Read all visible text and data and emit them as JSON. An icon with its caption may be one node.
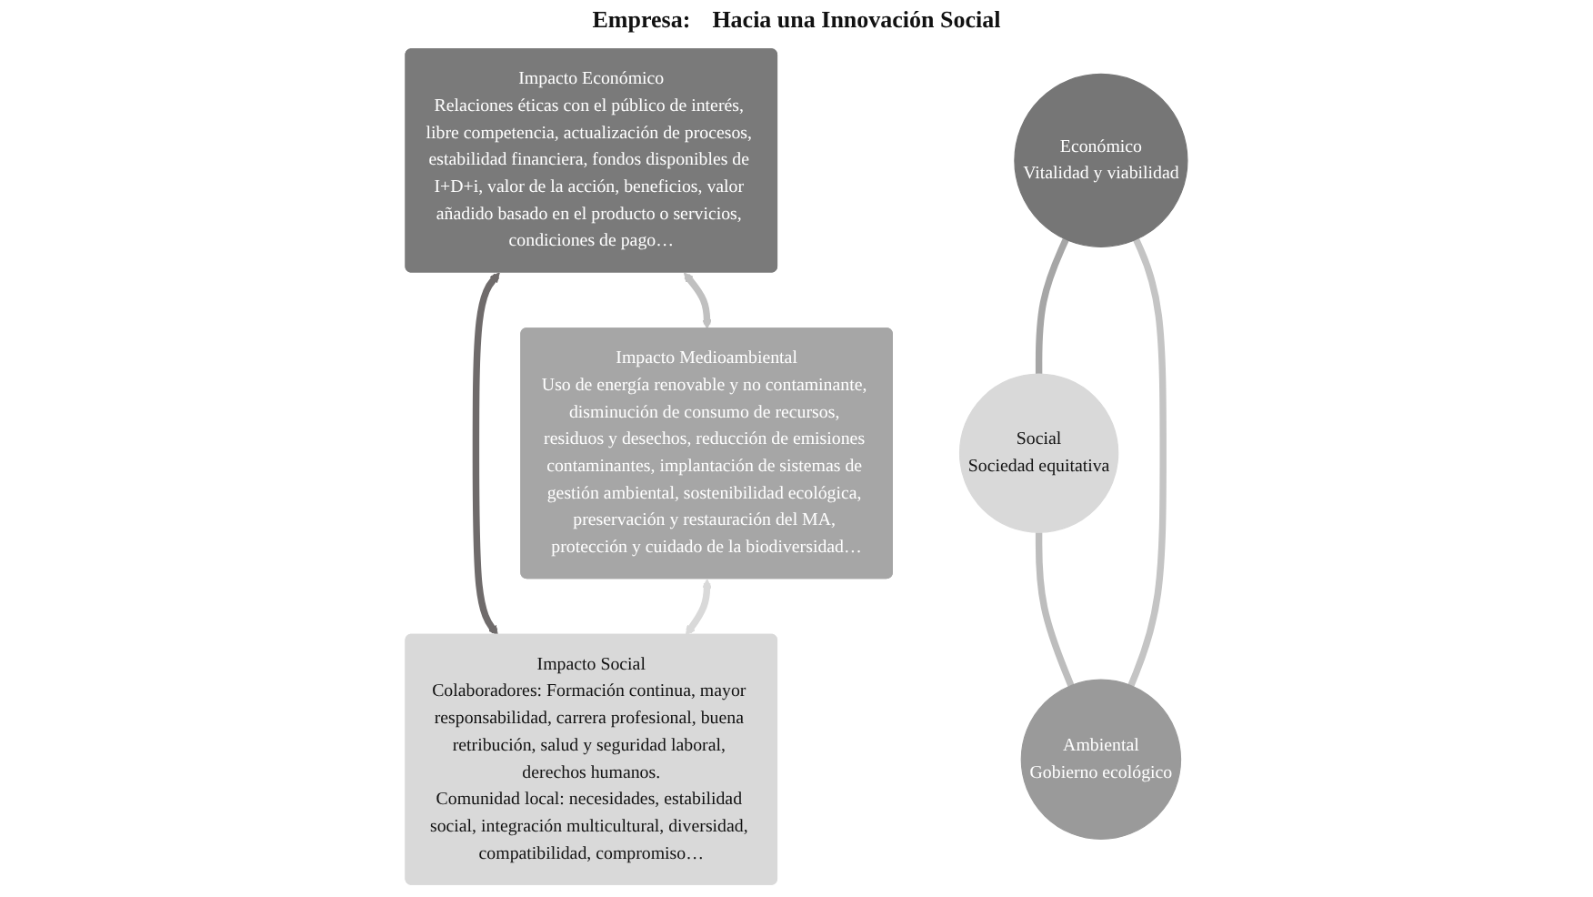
{
  "diagram": {
    "nodes": [
      {
        "text": [
          "Impacto Económico",
          "Relaciones éticas con el público de interés, libre competencia, actualización de procesos, estabilidad financiera, fondos disponibles de I+D+i, valor de la acción, beneficios, valor añadido basado en el producto o servicios, condiciones de pago…"
        ]
      },
      {
        "text": [
          "Económico",
          "Vitalidad y viabilidad"
        ]
      },
      {
        "text": [
          "Ambiental",
          "Gobierno ecológico"
        ]
      },
      {
        "text": [
          "Social",
          "Sociedad equitativa"
        ]
      },
      {
        "text": [
          "Impacto Medioambiental",
          "Uso de energía renovable y no contaminante, disminución de consumo de recursos, residuos y desechos, reducción de emisiones contaminantes, implantación de sistemas de gestión ambiental, sostenibilidad ecológica, preservación y restauración del MA, protección y cuidado de la biodiversidad…"
        ]
      },
      {
        "text": [
          "Impacto Social",
          "Colaboradores: Formación continua, mayor responsabilidad, carrera profesional, buena retribución, salud y seguridad laboral, derechos humanos.",
          "Comunidad local: necesidades, estabilidad social, integración multicultural, diversidad, compatibilidad, compromiso…"
        ]
      }
    ],
    "edges": [
      {
        "from": 0,
        "to": 4,
        "arrow": "both",
        "color": "#c0c0c0"
      },
      {
        "from": 0,
        "to": 5,
        "arrow": "both",
        "color": "#6f6b6b"
      },
      {
        "from": 4,
        "to": 5,
        "arrow": "both",
        "color": "#d9d9d9"
      },
      {
        "from": 1,
        "to": 3,
        "arrow": "none",
        "color": "#a6a6a6"
      },
      {
        "from": 3,
        "to": 2,
        "arrow": "none",
        "color": "#bdbdbd"
      },
      {
        "from": 2,
        "to": 1,
        "arrow": "none",
        "color": "#c4c4c4"
      }
    ],
    "labels": [
      "Empresa:",
      "Hacia una Innovación Social"
    ]
  }
}
